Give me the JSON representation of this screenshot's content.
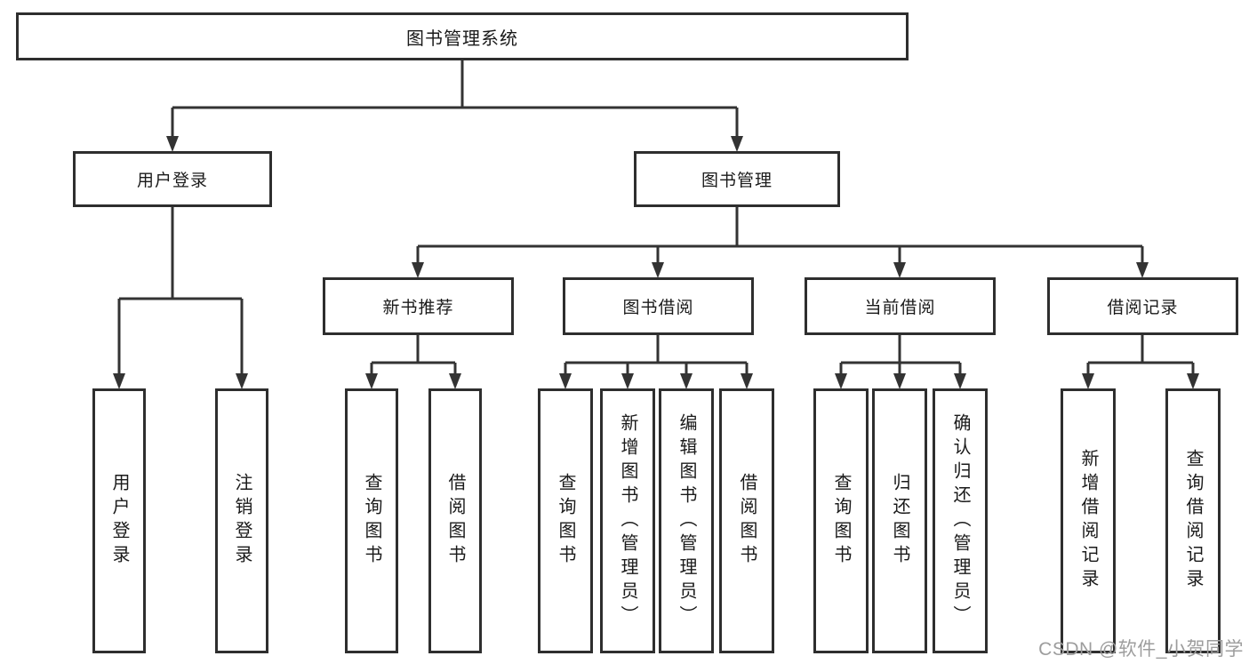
{
  "diagram": {
    "root": {
      "label": "图书管理系统"
    },
    "children": [
      {
        "label": "用户登录",
        "children": [
          {
            "label": "用户登录"
          },
          {
            "label": "注销登录"
          }
        ]
      },
      {
        "label": "图书管理",
        "children": [
          {
            "label": "新书推荐",
            "children": [
              {
                "label": "查询图书"
              },
              {
                "label": "借阅图书"
              }
            ]
          },
          {
            "label": "图书借阅",
            "children": [
              {
                "label": "查询图书"
              },
              {
                "label": "新增图书（管理员）"
              },
              {
                "label": "编辑图书（管理员）"
              },
              {
                "label": "借阅图书"
              }
            ]
          },
          {
            "label": "当前借阅",
            "children": [
              {
                "label": "查询图书"
              },
              {
                "label": "归还图书"
              },
              {
                "label": "确认归还（管理员）"
              }
            ]
          },
          {
            "label": "借阅记录",
            "children": [
              {
                "label": "新增借阅记录"
              },
              {
                "label": "查询借阅记录"
              }
            ]
          }
        ]
      }
    ]
  },
  "watermark": {
    "text": "CSDN @软件_小贺同学"
  },
  "colors": {
    "line": "#333333",
    "border": "#2e2e2e",
    "text": "#1a1a1a",
    "watermark": "#9d9d9d",
    "background": "#ffffff"
  }
}
